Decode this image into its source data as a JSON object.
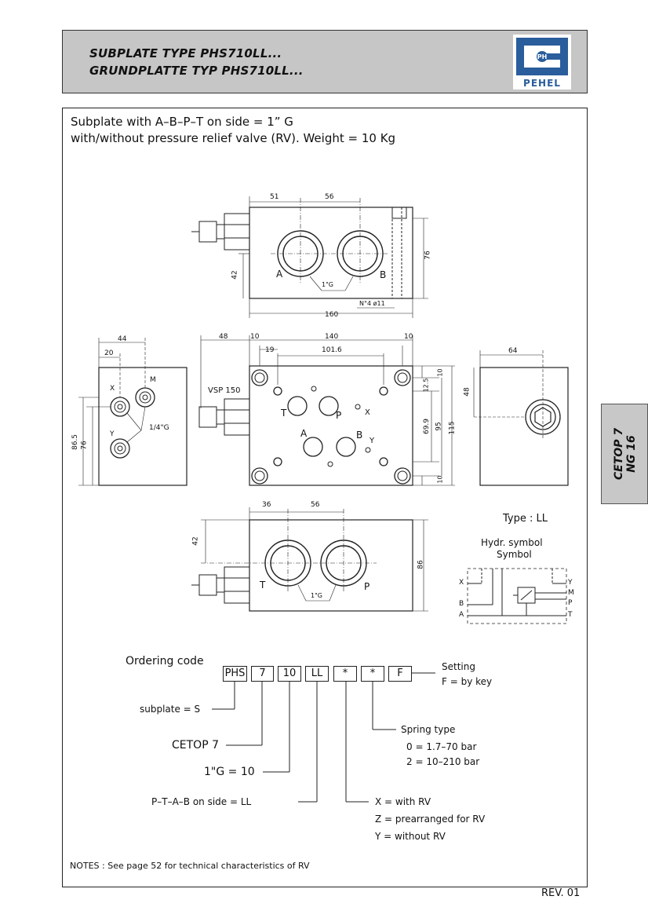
{
  "header": {
    "title_en": "SUBPLATE TYPE PHS710LL...",
    "title_de": "GRUNDPLATTE TYP PHS710LL...",
    "logo_text": "PEHEL",
    "logo_mark": "PH"
  },
  "intro": {
    "line1": "Subplate   with A–B–P–T on side = 1” G",
    "line2": "with/without pressure relief valve (RV). Weight = 10 Kg"
  },
  "side_tab": {
    "line1": "CETOP 7",
    "line2": "NG 16"
  },
  "top_view": {
    "dim_51": "51",
    "dim_56": "56",
    "dim_76": "76",
    "dim_42": "42",
    "dim_160": "160",
    "port_a": "A",
    "port_b": "B",
    "thread": "1\"G",
    "holes": "N°4  ø11"
  },
  "left_view": {
    "dim_44": "44",
    "dim_20": "20",
    "dim_865": "86.5",
    "dim_76": "76",
    "port_x": "X",
    "port_m": "M",
    "port_y": "Y",
    "thread": "1/4\"G"
  },
  "front_view": {
    "dim_48": "48",
    "dim_10a": "10",
    "dim_140": "140",
    "dim_10b": "10",
    "dim_19": "19",
    "dim_1016": "101.6",
    "dim_10c": "10",
    "dim_125": "12.5",
    "dim_699": "69.9",
    "dim_95": "95",
    "dim_115": "115",
    "dim_10d": "10",
    "vsp": "VSP 150",
    "port_t": "T",
    "port_p": "P",
    "port_x": "X",
    "port_a": "A",
    "port_b": "B",
    "port_y": "Y"
  },
  "right_view": {
    "dim_64": "64",
    "dim_48": "48"
  },
  "bottom_view": {
    "dim_36": "36",
    "dim_56": "56",
    "dim_42": "42",
    "dim_86": "86",
    "port_t": "T",
    "port_p": "P",
    "thread": "1\"G"
  },
  "symbol": {
    "type": "Type : LL",
    "hydr1": "Hydr. symbol",
    "hydr2": "Symbol",
    "x": "X",
    "b": "B",
    "a": "A",
    "y": "Y",
    "m": "M",
    "p": "P",
    "t": "T"
  },
  "ordering": {
    "title": "Ordering code",
    "boxes": [
      "PHS",
      "7",
      "10",
      "LL",
      "*",
      "*",
      "F"
    ],
    "setting": "Setting",
    "setting_f": "F = by key",
    "subplate": "subplate = S",
    "cetop": "CETOP 7",
    "size": "1\"G = 10",
    "side": "P–T–A–B  on side = LL",
    "spring_title": "Spring type",
    "spring_0": "0  = 1.7–70 bar",
    "spring_2": "2  = 10–210 bar",
    "rv_x": "X = with RV",
    "rv_z": "Z = prearranged for RV",
    "rv_y": "Y = without RV"
  },
  "notes": "NOTES : See page 52 for technical characteristics of RV",
  "revision": "REV. 01"
}
